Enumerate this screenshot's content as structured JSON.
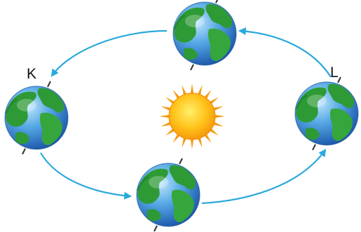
{
  "diagram": {
    "labels": {
      "left_position": "K",
      "right_position": "L"
    },
    "colors": {
      "orbit_arrow": "#2aa9dc",
      "ocean_light": "#8fd0f4",
      "ocean_dark": "#1f64b8",
      "land": "#2e9a35",
      "land_dark": "#1e7326",
      "sun_core": "#ffb000",
      "sun_rays": "#f79a12",
      "axis": "#333333"
    },
    "elements": {
      "sun": "sun-icon",
      "planets": [
        "earth-top",
        "earth-left",
        "earth-bottom",
        "earth-right"
      ],
      "orbit_direction": "counterclockwise"
    }
  }
}
